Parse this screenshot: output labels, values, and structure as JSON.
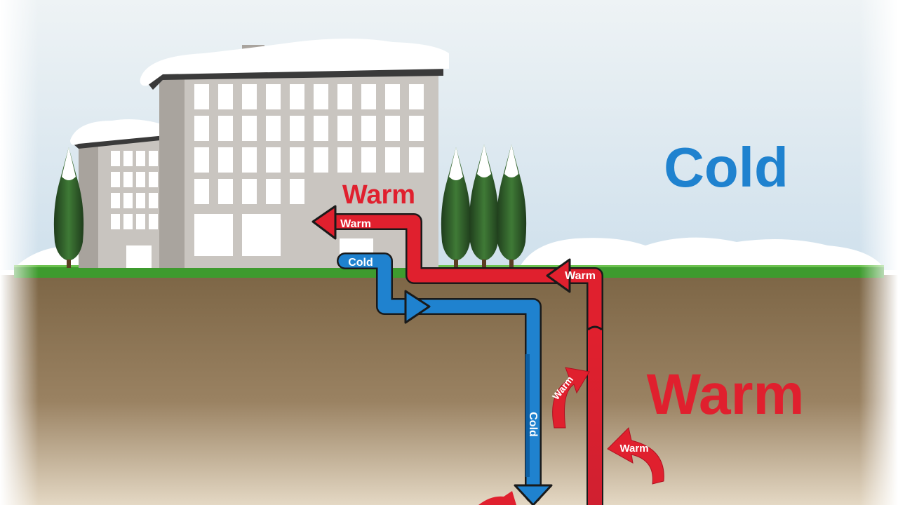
{
  "labels": {
    "cold_large": "Cold",
    "warm_large": "Warm",
    "warm_title": "Warm",
    "warm_return_arrow": "Warm",
    "cold_supply_pipe": "Cold",
    "warm_riser_arrow": "Warm",
    "cold_vertical_pipe": "Cold",
    "warm_ground_arrow_1": "Warm",
    "warm_ground_arrow_2": "Warm"
  },
  "colors": {
    "sky": "#dfe9ef",
    "snow": "#ffffff",
    "grass": "#3e9b2e",
    "soil": "#8c7452",
    "soil_light": "#d9cbb2",
    "building": "#c9c5c0",
    "window": "#ffffff",
    "tree": "#2f5b2a",
    "warm": "#e0202e",
    "cold": "#1f82cf",
    "pipe_outline": "#1a1a1a"
  },
  "icons": [
    "building-icon",
    "tree-icon",
    "warm-arrow-icon",
    "cold-arrow-icon"
  ]
}
